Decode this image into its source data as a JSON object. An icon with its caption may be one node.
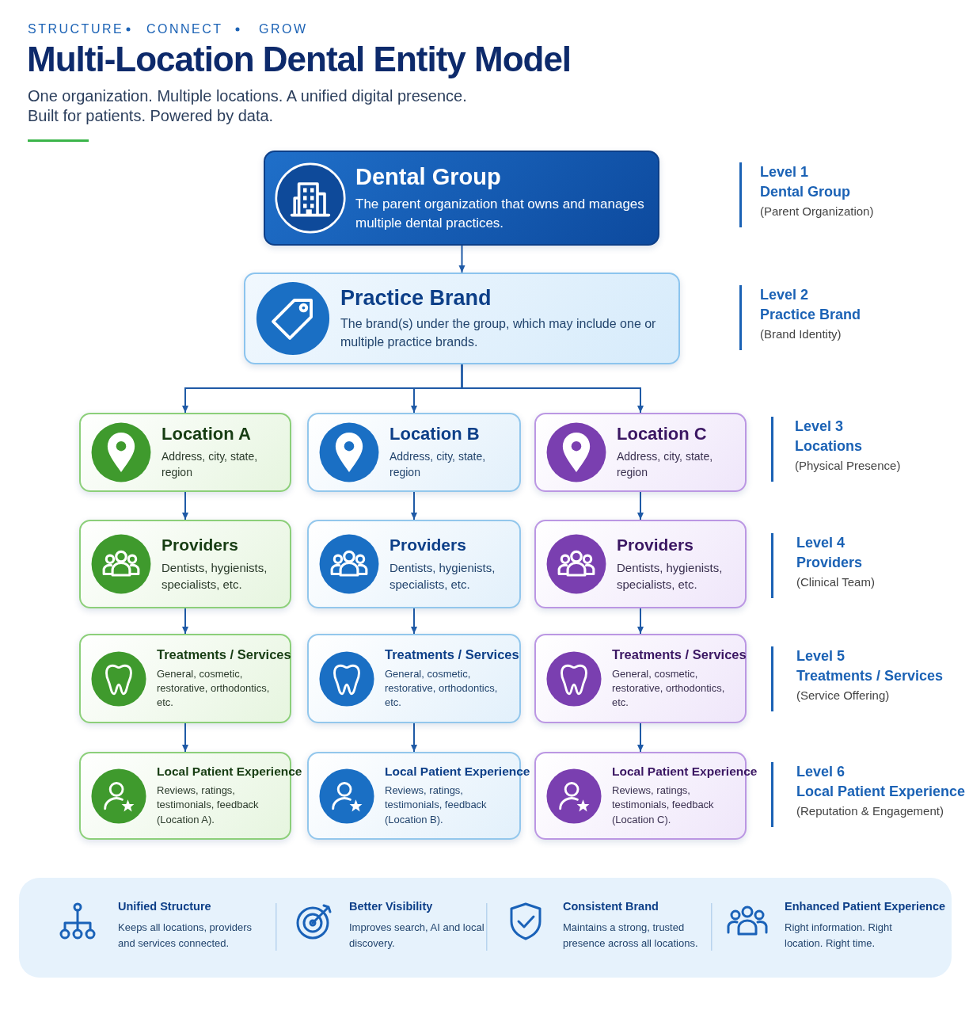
{
  "diagram": {
    "title": "Multi-Location Dental Entity Model",
    "nodes": [
      {
        "text": [
          "Dental Group",
          "The parent organization that owns and manages multiple dental practices."
        ]
      },
      {
        "text": [
          "Practice Brand",
          "The brand(s) under the group, which may include one or multiple practice brands."
        ]
      },
      {
        "text": [
          "Location A",
          "Address, city, state, region"
        ]
      },
      {
        "text": [
          "Location B",
          "Address, city, state, region"
        ]
      },
      {
        "text": [
          "Location C",
          "Address, city, state, region"
        ]
      },
      {
        "text": [
          "Providers",
          "Dentists, hygienists, specialists, etc."
        ]
      },
      {
        "text": [
          "Providers",
          "Dentists, hygienists, specialists, etc."
        ]
      },
      {
        "text": [
          "Providers",
          "Dentists, hygienists, specialists, etc."
        ]
      },
      {
        "text": [
          "Treatments / Services",
          "General, cosmetic, restorative, orthodontics, etc."
        ]
      },
      {
        "text": [
          "Treatments / Services",
          "General, cosmetic, restorative, orthodontics, etc."
        ]
      },
      {
        "text": [
          "Treatments / Services",
          "General, cosmetic, restorative, orthodontics, etc."
        ]
      },
      {
        "text": [
          "Local Patient Experience",
          "Reviews, ratings, testimonials, feedback (Location A)."
        ]
      },
      {
        "text": [
          "Local Patient Experience",
          "Reviews, ratings, testimonials, feedback (Location B)."
        ]
      },
      {
        "text": [
          "Local Patient Experience",
          "Reviews, ratings, testimonials, feedback (Location C)."
        ]
      }
    ],
    "edges": [
      {
        "from": 0,
        "to": 1,
        "arrow": "to"
      },
      {
        "from": 1,
        "to": 2,
        "arrow": "to"
      },
      {
        "from": 1,
        "to": 3,
        "arrow": "to"
      },
      {
        "from": 1,
        "to": 4,
        "arrow": "to"
      },
      {
        "from": 2,
        "to": 5,
        "arrow": "to"
      },
      {
        "from": 3,
        "to": 6,
        "arrow": "to"
      },
      {
        "from": 4,
        "to": 7,
        "arrow": "to"
      },
      {
        "from": 5,
        "to": 8,
        "arrow": "to"
      },
      {
        "from": 6,
        "to": 9,
        "arrow": "to"
      },
      {
        "from": 7,
        "to": 10,
        "arrow": "to"
      },
      {
        "from": 8,
        "to": 11,
        "arrow": "to"
      },
      {
        "from": 9,
        "to": 12,
        "arrow": "to"
      },
      {
        "from": 10,
        "to": 13,
        "arrow": "to"
      }
    ],
    "labels": [
      "STRUCTURE",
      "CONNECT",
      "GROW",
      "One organization. Multiple locations. A unified digital presence.",
      "Built for patients. Powered by data.",
      "Level 1",
      "Dental Group",
      "(Parent Organization)",
      "Level 2",
      "Practice Brand",
      "(Brand Identity)",
      "Level 3",
      "Locations",
      "(Physical Presence)",
      "Level 4",
      "Providers",
      "(Clinical Team)",
      "Level 5",
      "Treatments / Services",
      "(Service Offering)",
      "Level 6",
      "Local Patient Experience",
      "(Reputation & Engagement)",
      "Unified Structure",
      "Keeps all locations, providers and services connected.",
      "Better Visibility",
      "Improves search, AI and local discovery.",
      "Consistent Brand",
      "Maintains a strong, trusted presence across all locations.",
      "Enhanced Patient Experience",
      "Right information. Right location. Right time."
    ]
  }
}
